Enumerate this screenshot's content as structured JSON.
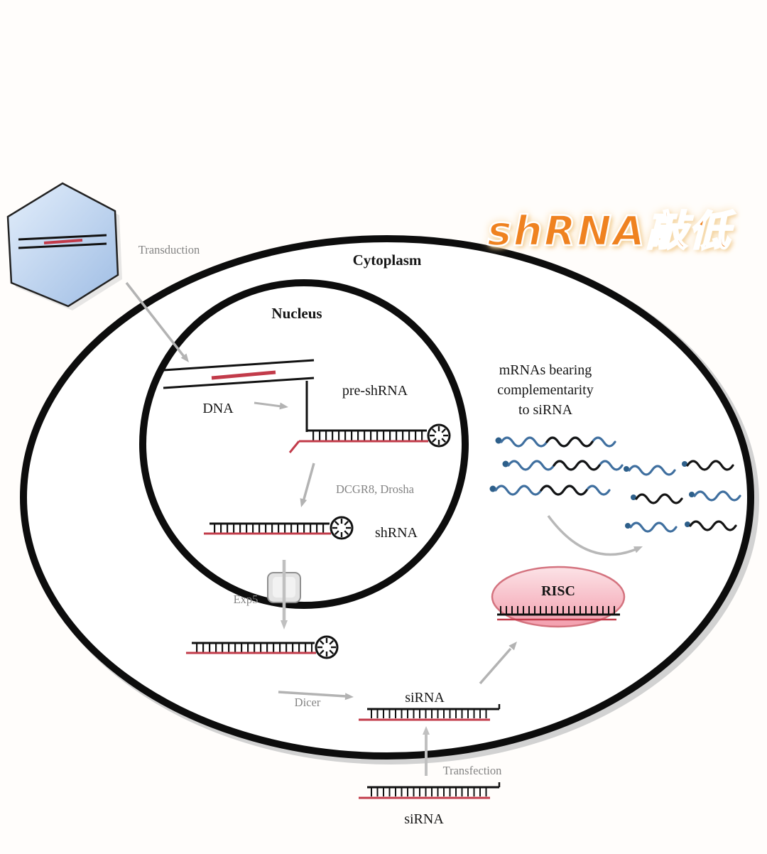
{
  "title": {
    "badge": "shRNA敲低"
  },
  "regions": {
    "cytoplasm": "Cytoplasm",
    "nucleus": "Nucleus"
  },
  "molecules": {
    "dna": "DNA",
    "pre_shrna": "pre-shRNA",
    "shrna": "shRNA",
    "sirna_mid": "siRNA",
    "sirna_bottom": "siRNA",
    "risc": "RISC",
    "mrna_line1": "mRNAs bearing",
    "mrna_line2": "complementarity",
    "mrna_line3": "to siRNA"
  },
  "processes": {
    "transduction": "Transduction",
    "drosha": "DCGR8, Drosha",
    "exp5": "Exp5",
    "dicer": "Dicer",
    "transfection": "Transfection"
  },
  "colors": {
    "title_orange": "#ef8220",
    "strand_red": "#c23b4a",
    "mrna_blue": "#3f6f9f",
    "mrna_dot_blue": "#2d5f8a",
    "risc_fill": "#f7b6bf",
    "risc_border": "#d4737f",
    "arrow_gray": "#b3b3b3",
    "virus_blue": "#b8cdeb",
    "membrane_black": "#0d0d0d"
  }
}
